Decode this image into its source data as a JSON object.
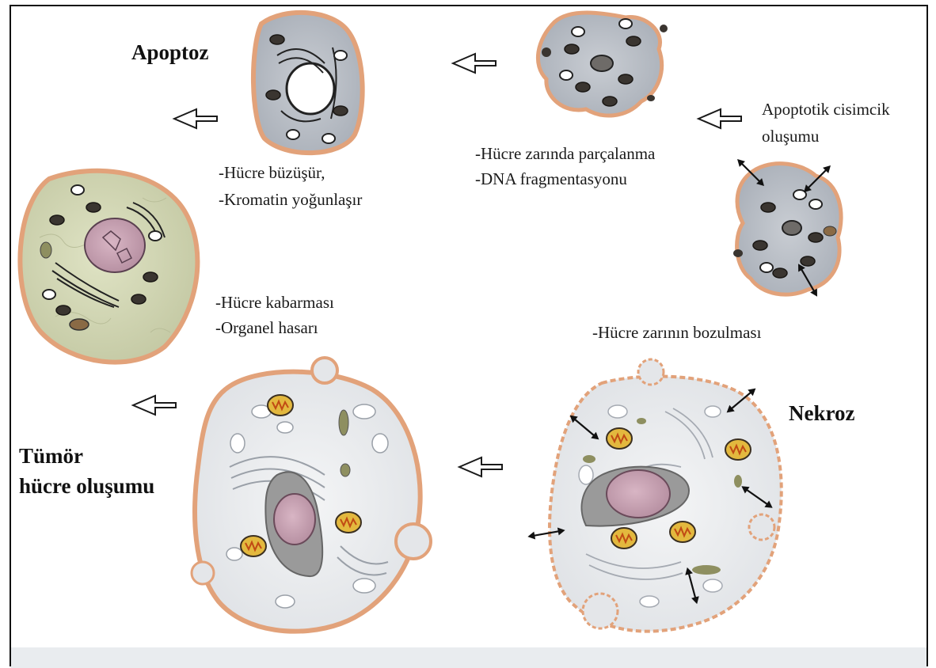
{
  "titles": {
    "apoptosis": "Apoptoz",
    "necrosis": "Nekroz",
    "tumor_line1": "Tümör",
    "tumor_line2": "hücre oluşumu"
  },
  "captions": {
    "shrink_line1": "-Hücre büzüşür,",
    "shrink_line2": "-Kromatin yoğunlaşır",
    "fragment_line1": "-Hücre zarında parçalanma",
    "fragment_line2": "-DNA fragmentasyonu",
    "body_line1": "Apoptotik cisimcik",
    "body_line2": "oluşumu",
    "swell_line1": "-Hücre kabarması",
    "swell_line2": "-Organel hasarı",
    "membrane": "-Hücre zarının bozulması"
  },
  "colors": {
    "membrane": "#e2a27a",
    "normal_cytoplasm": "#cfd4b0",
    "apoptotic_cytoplasm": "#b7bcc4",
    "swollen_cytoplasm": "#eceef0",
    "nucleus": "#c9a2b4",
    "mitochondria": "#e0b640",
    "organelle_dark": "#3a3530",
    "olive": "#8e8f60"
  }
}
